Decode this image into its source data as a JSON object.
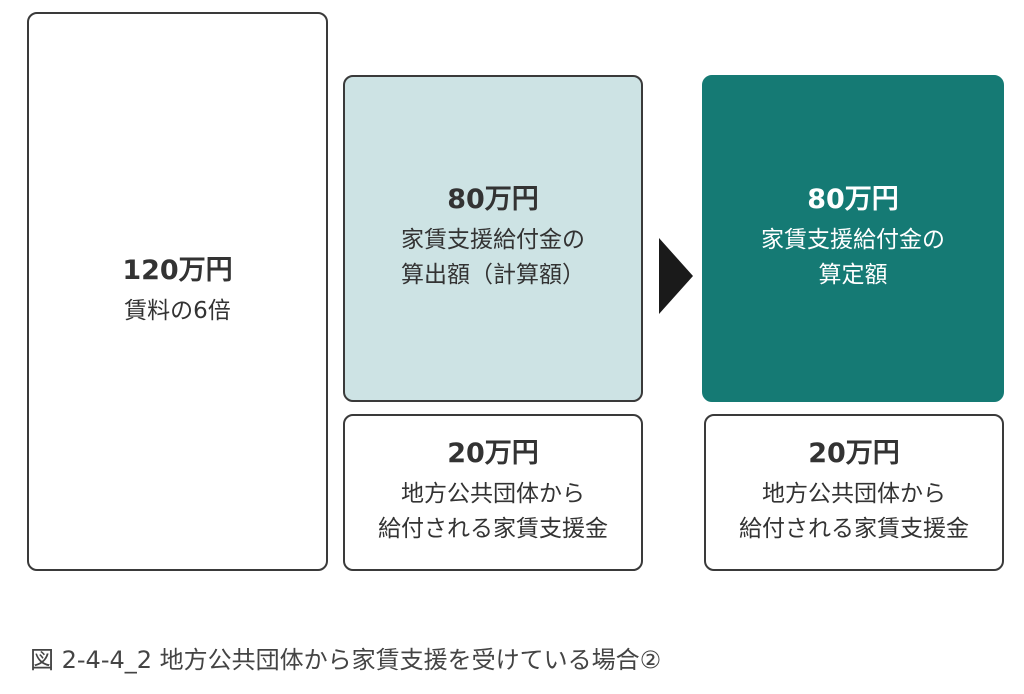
{
  "boxes": {
    "total": {
      "amount": "120万円",
      "desc": "賃料の6倍"
    },
    "calc": {
      "amount": "80万円",
      "desc": "家賃支援給付金の\n算出額（計算額）"
    },
    "local_left": {
      "amount": "20万円",
      "desc": "地方公共団体から\n給付される家賃支援金"
    },
    "assessed": {
      "amount": "80万円",
      "desc": "家賃支援給付金の\n算定額"
    },
    "local_right": {
      "amount": "20万円",
      "desc": "地方公共団体から\n給付される家賃支援金"
    }
  },
  "caption": "図 2-4-4_2 地方公共団体から家賃支援を受けている場合②",
  "colors": {
    "calc_fill": "#cde3e4",
    "assessed_fill": "#157a74",
    "border": "#3a3a3a",
    "arrow": "#1a1a1a"
  },
  "icons": {
    "arrow": "triangle-right-icon"
  }
}
